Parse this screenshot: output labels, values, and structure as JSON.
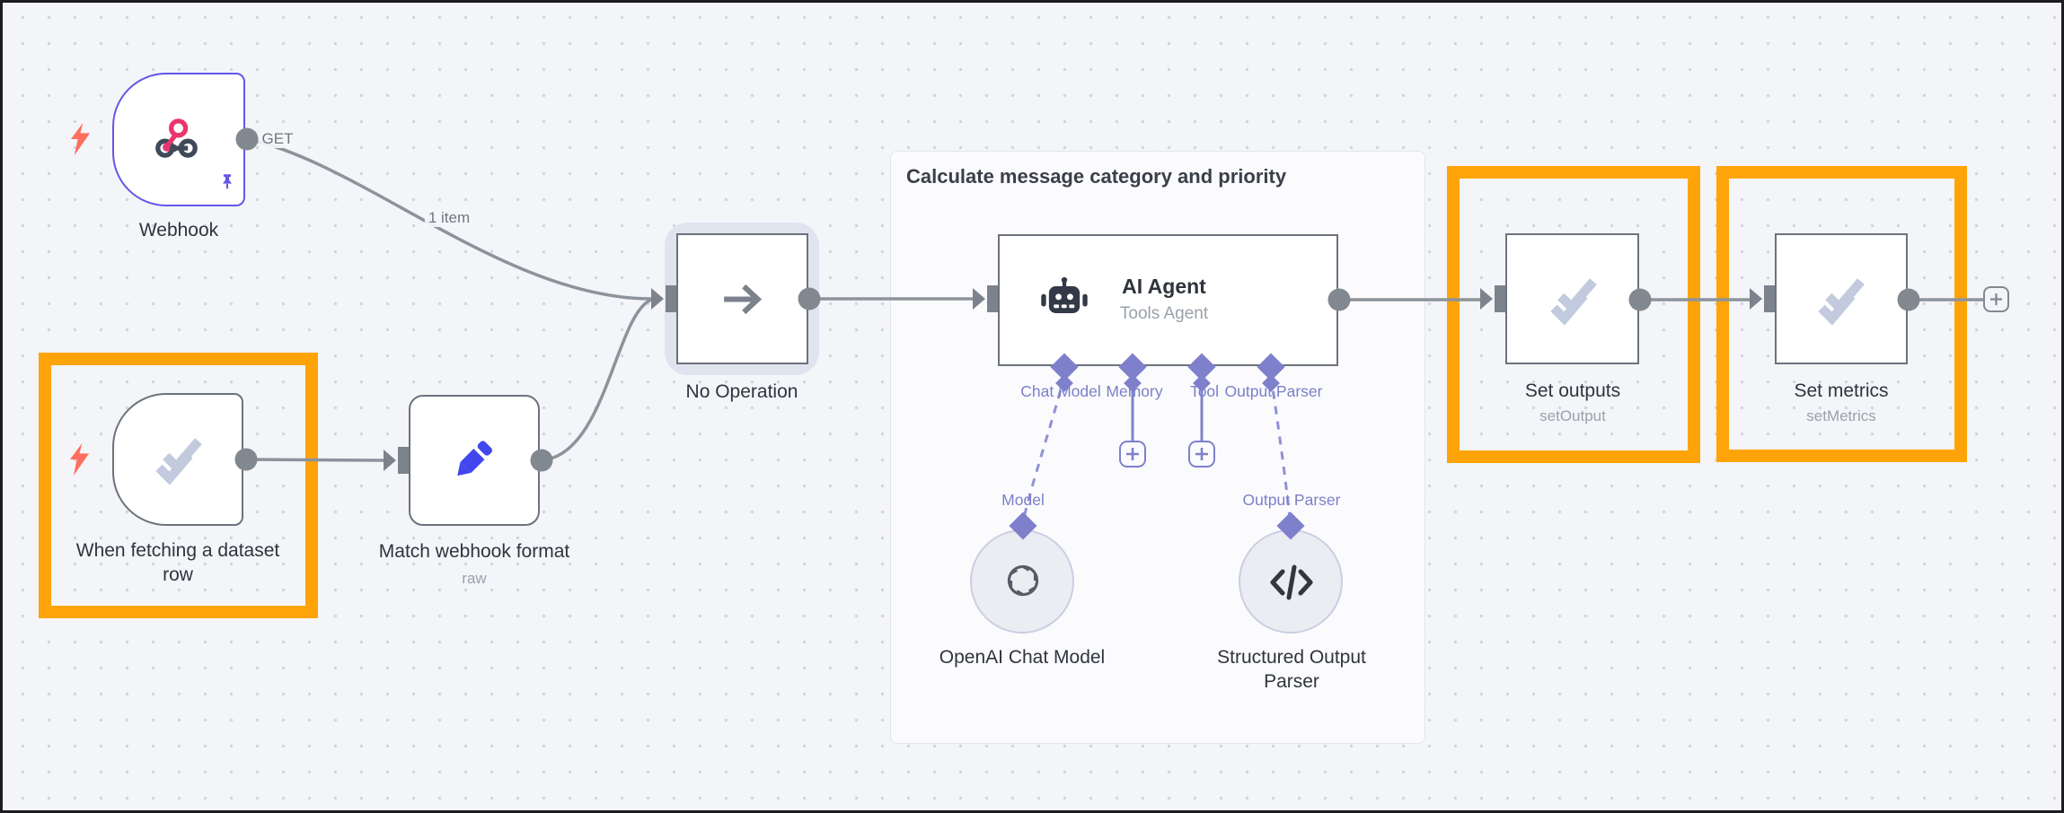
{
  "workflow": {
    "group_title": "Calculate message category and priority",
    "connection_labels": {
      "webhook_method": "GET",
      "webhook_items": "1 item"
    },
    "nodes": {
      "webhook": {
        "label": "Webhook"
      },
      "dataset_trigger": {
        "label": "When fetching a dataset\nrow"
      },
      "match_format": {
        "label": "Match webhook format",
        "subtitle": "raw"
      },
      "no_operation": {
        "label": "No Operation"
      },
      "ai_agent": {
        "label": "AI Agent",
        "subtitle": "Tools Agent",
        "ports": [
          "Chat Model",
          "Memory",
          "Tool",
          "Output Parser"
        ]
      },
      "openai_model": {
        "label": "OpenAI Chat Model",
        "port_label": "Model"
      },
      "structured_parser": {
        "label": "Structured Output\nParser",
        "port_label": "Output Parser"
      },
      "set_outputs": {
        "label": "Set outputs",
        "subtitle": "setOutput"
      },
      "set_metrics": {
        "label": "Set metrics",
        "subtitle": "setMetrics"
      }
    },
    "colors": {
      "highlight_box": "#ffa408",
      "selected_node_border": "#6457e8",
      "node_border": "#6c727d",
      "wire": "#8d939b",
      "ai_connector": "#7e80cc",
      "trigger_bolt": "#ff6e5e",
      "check_icon": "#c2cade",
      "pencil_icon": "#4146ee",
      "webhook_pink": "#e8356d",
      "webhook_dark": "#3e4a59"
    }
  }
}
